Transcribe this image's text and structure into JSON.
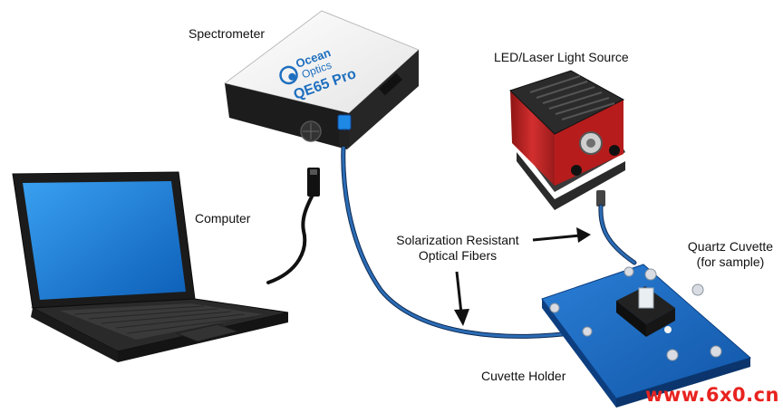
{
  "labels": {
    "spectrometer": "Spectrometer",
    "light_source": "LED/Laser Light Source",
    "computer": "Computer",
    "fibers_line1": "Solarization Resistant",
    "fibers_line2": "Optical Fibers",
    "cuvette_line1": "Quartz Cuvette",
    "cuvette_line2": "(for sample)",
    "holder": "Cuvette Holder"
  },
  "device": {
    "brand_line1": "Ocean",
    "brand_line2": "Optics",
    "model": "QE65 Pro"
  },
  "watermark": "www.6x0.cn",
  "colors": {
    "fiber": "#2b5f9e",
    "screen": "#1e88e5",
    "light_source_body": "#c62828",
    "holder": "#1565c0",
    "watermark": "#e8231f"
  }
}
